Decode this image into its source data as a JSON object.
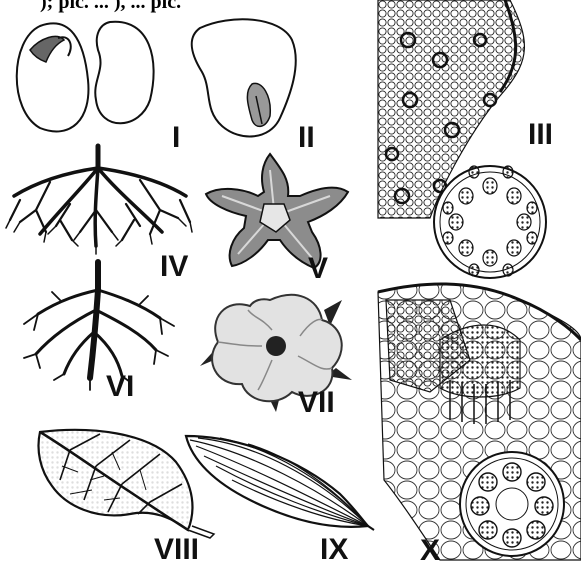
{
  "header_fragment": "); ріс. ... ), ... ріс.",
  "labels": {
    "p1": "I",
    "p2": "II",
    "p3": "III",
    "p4": "IV",
    "p5": "V",
    "p6": "VI",
    "p7": "VII",
    "p8": "VIII",
    "p9": "IX",
    "p10": "X"
  },
  "colors": {
    "ink": "#111111",
    "petal_dark": "#6b6b6b",
    "petal_light": "#cfcfcf"
  }
}
